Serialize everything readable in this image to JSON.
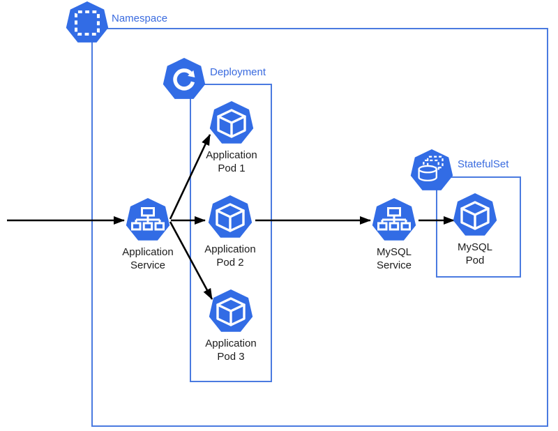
{
  "diagram": {
    "type": "kubernetes-architecture",
    "colors": {
      "kubernetes_blue": "#326CE5",
      "box_border_blue": "#4A7AE0",
      "group_label_blue": "#3A6BDF",
      "node_label_black": "#1B1B1B",
      "arrow_black": "#000000",
      "background": "#FFFFFF"
    },
    "groups": {
      "namespace": {
        "label": "Namespace",
        "icon": "namespace-icon"
      },
      "deployment": {
        "label": "Deployment",
        "icon": "deployment-icon"
      },
      "statefulset": {
        "label": "StatefulSet",
        "icon": "statefulset-icon"
      }
    },
    "nodes": {
      "app_service": {
        "label": "Application Service",
        "icon": "service-icon"
      },
      "app_pod_1": {
        "label": "Application Pod 1",
        "icon": "pod-icon"
      },
      "app_pod_2": {
        "label": "Application Pod 2",
        "icon": "pod-icon"
      },
      "app_pod_3": {
        "label": "Application Pod 3",
        "icon": "pod-icon"
      },
      "mysql_service": {
        "label": "MySQL Service",
        "icon": "service-icon"
      },
      "mysql_pod": {
        "label": "MySQL Pod",
        "icon": "pod-icon"
      }
    },
    "edges": [
      {
        "from": "external",
        "to": "app_service"
      },
      {
        "from": "app_service",
        "to": "app_pod_1"
      },
      {
        "from": "app_service",
        "to": "app_pod_2"
      },
      {
        "from": "app_service",
        "to": "app_pod_3"
      },
      {
        "from": "app_pod_2",
        "to": "mysql_service"
      },
      {
        "from": "mysql_service",
        "to": "mysql_pod"
      }
    ]
  }
}
